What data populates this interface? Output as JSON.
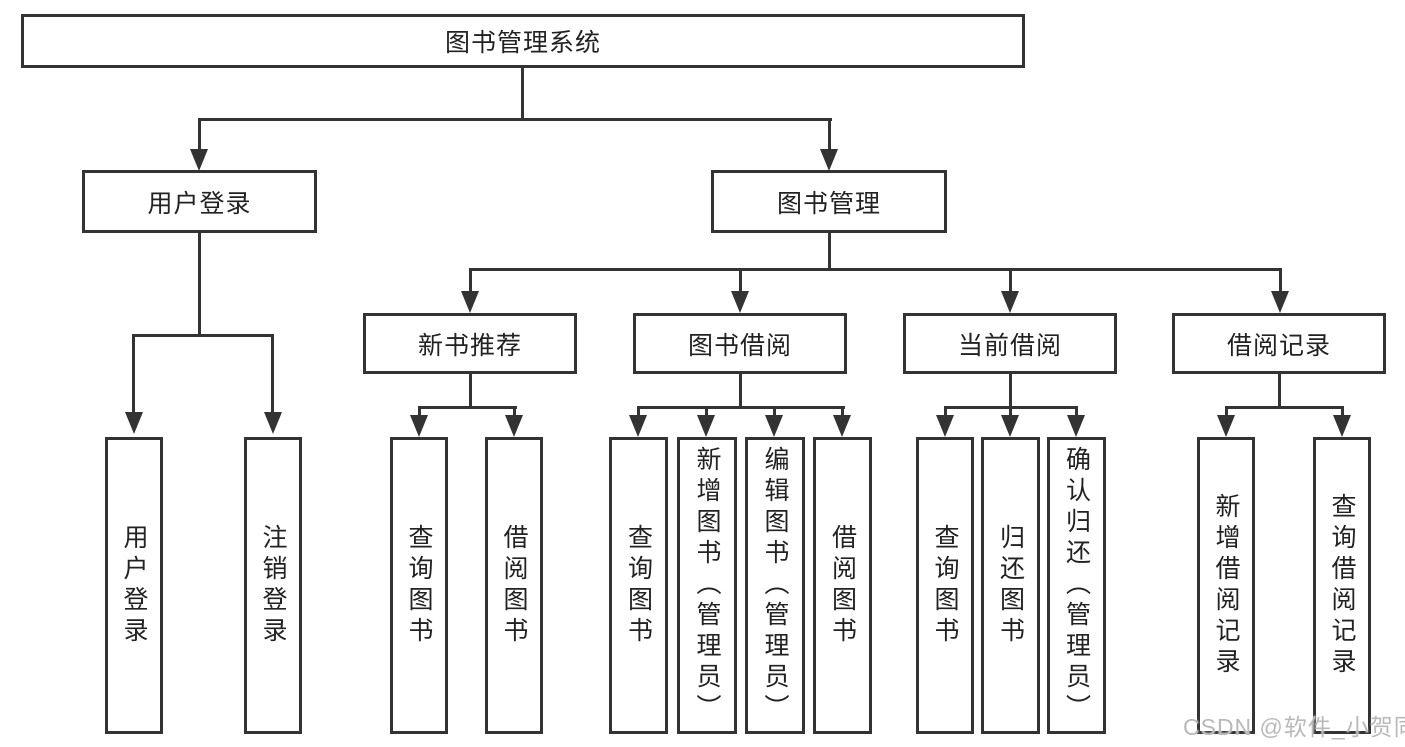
{
  "colors": {
    "line": "#333333",
    "border": "#333333",
    "text": "#222222",
    "background": "#ffffff",
    "watermark": "#b9b9b9"
  },
  "nodes": {
    "root": {
      "label": "图书管理系统"
    },
    "level2": [
      {
        "label": "用户登录"
      },
      {
        "label": "图书管理"
      }
    ],
    "level3": [
      {
        "label": "新书推荐"
      },
      {
        "label": "图书借阅"
      },
      {
        "label": "当前借阅"
      },
      {
        "label": "借阅记录"
      }
    ],
    "leaves": [
      {
        "label": "用户登录"
      },
      {
        "label": "注销登录"
      },
      {
        "label": "查询图书"
      },
      {
        "label": "借阅图书"
      },
      {
        "label": "查询图书"
      },
      {
        "label": "新增图书（管理员）"
      },
      {
        "label": "编辑图书（管理员）"
      },
      {
        "label": "借阅图书"
      },
      {
        "label": "查询图书"
      },
      {
        "label": "归还图书"
      },
      {
        "label": "确认归还（管理员）"
      },
      {
        "label": "新增借阅记录"
      },
      {
        "label": "查询借阅记录"
      }
    ]
  },
  "watermark": {
    "text": "CSDN @软件_小贺同学"
  }
}
